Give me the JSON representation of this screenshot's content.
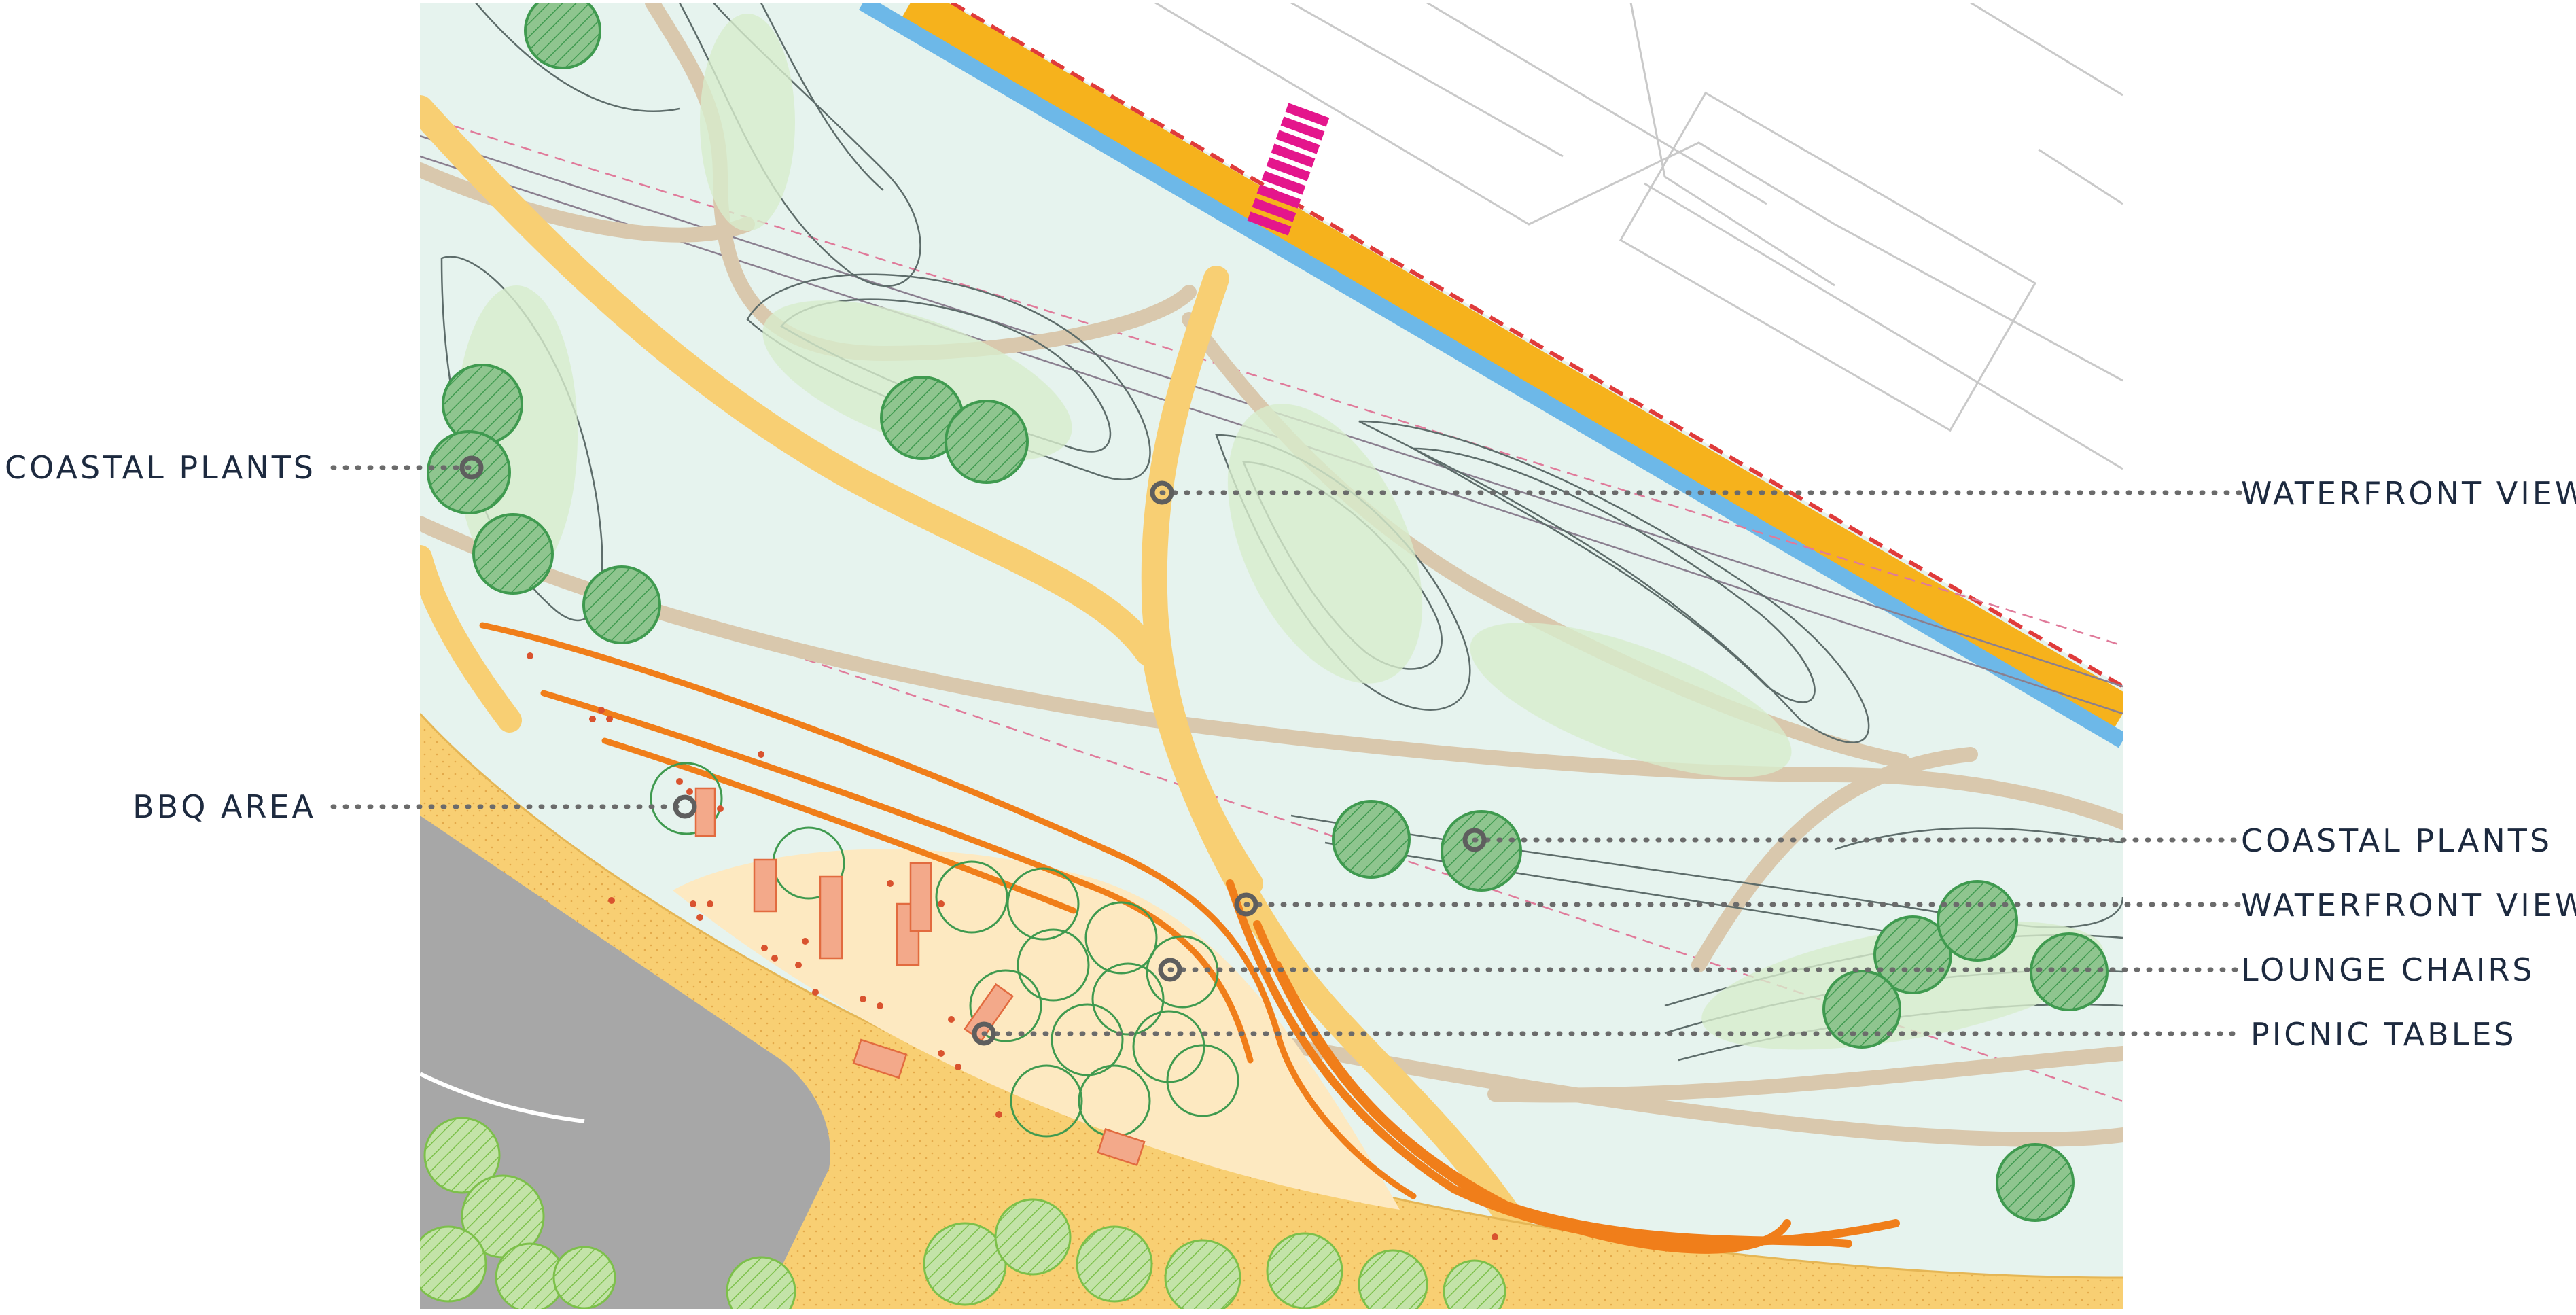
{
  "callouts": {
    "left": [
      {
        "id": "coastal-plants-left",
        "text": "COASTAL PLANTS"
      },
      {
        "id": "bbq-area",
        "text": "BBQ AREA"
      }
    ],
    "right": [
      {
        "id": "waterfront-views-top",
        "text": "WATERFRONT VIEWS"
      },
      {
        "id": "coastal-plants-right",
        "text": "COASTAL PLANTS"
      },
      {
        "id": "waterfront-views-bottom",
        "text": "WATERFRONT VIEWS"
      },
      {
        "id": "lounge-chairs",
        "text": "LOUNGE CHAIRS"
      },
      {
        "id": "picnic-tables",
        "text": "PICNIC TABLES"
      }
    ]
  },
  "colors": {
    "lawn": "#e6f3ee",
    "path": "#f8cf73",
    "dune_path": "#d9c8ad",
    "tree_fill": "#8fc58f",
    "tree_stroke": "#3f9a4f",
    "boardwalk": "#f07e1a",
    "plaza": "#fde9c1",
    "water_strip": "#6db8e8",
    "road_strip": "#f6b21c",
    "building": "#a7a7a7",
    "crosswalk": "#e4168c",
    "callout_text": "#1d2a3f",
    "leader": "#6b6b6b"
  }
}
